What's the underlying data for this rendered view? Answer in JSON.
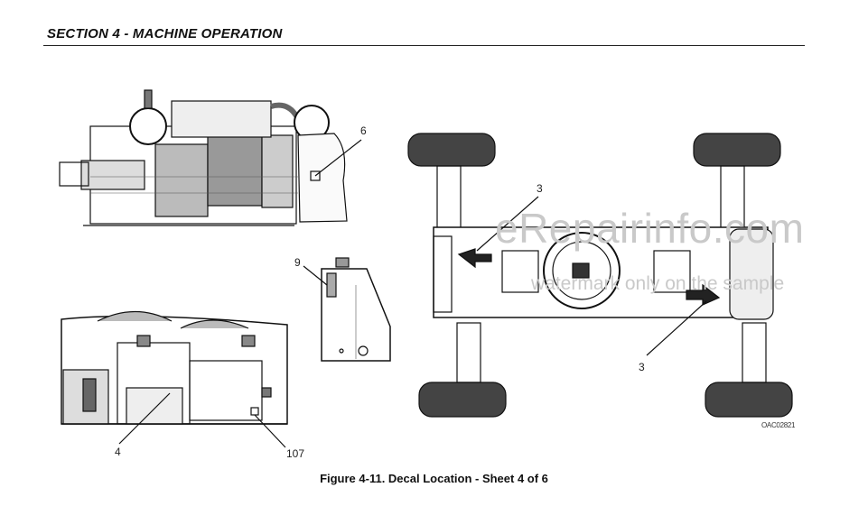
{
  "header": {
    "section_title": "SECTION 4 - MACHINE OPERATION"
  },
  "figure": {
    "caption": "Figure 4-11. Decal Location - Sheet 4 of 6",
    "drawing_code": "OAC02821"
  },
  "callouts": {
    "c6": "6",
    "c9": "9",
    "c3_top": "3",
    "c3_bottom": "3",
    "c4": "4",
    "c107": "107"
  },
  "watermark": {
    "main": "eRepairinfo.com",
    "sub": "watermark only on the sample"
  }
}
